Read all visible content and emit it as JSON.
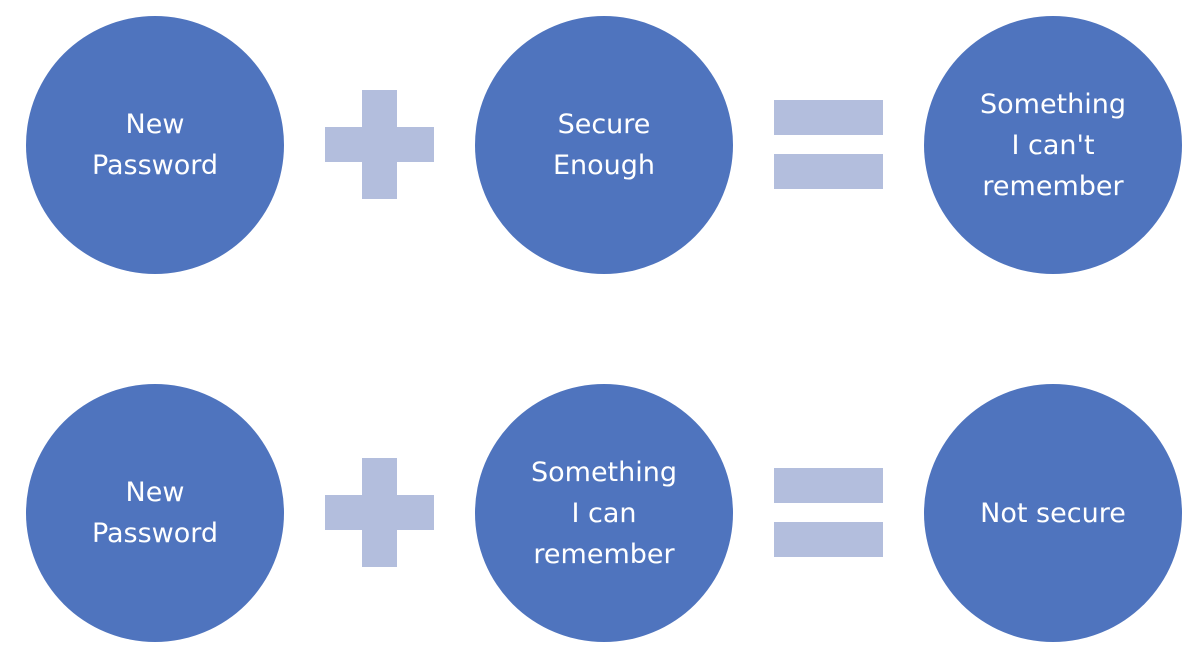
{
  "colors": {
    "circle_fill": "#4F74BE",
    "operator_fill": "#B3BEDD",
    "text": "#FFFFFF",
    "background": "#FFFFFF"
  },
  "equations": [
    {
      "term1": "New\nPassword",
      "operator1": "plus-icon",
      "term2": "Secure\nEnough",
      "operator2": "equals-icon",
      "result": "Something\nI can't\nremember"
    },
    {
      "term1": "New\nPassword",
      "operator1": "plus-icon",
      "term2": "Something\nI can\nremember",
      "operator2": "equals-icon",
      "result": "Not secure"
    }
  ]
}
